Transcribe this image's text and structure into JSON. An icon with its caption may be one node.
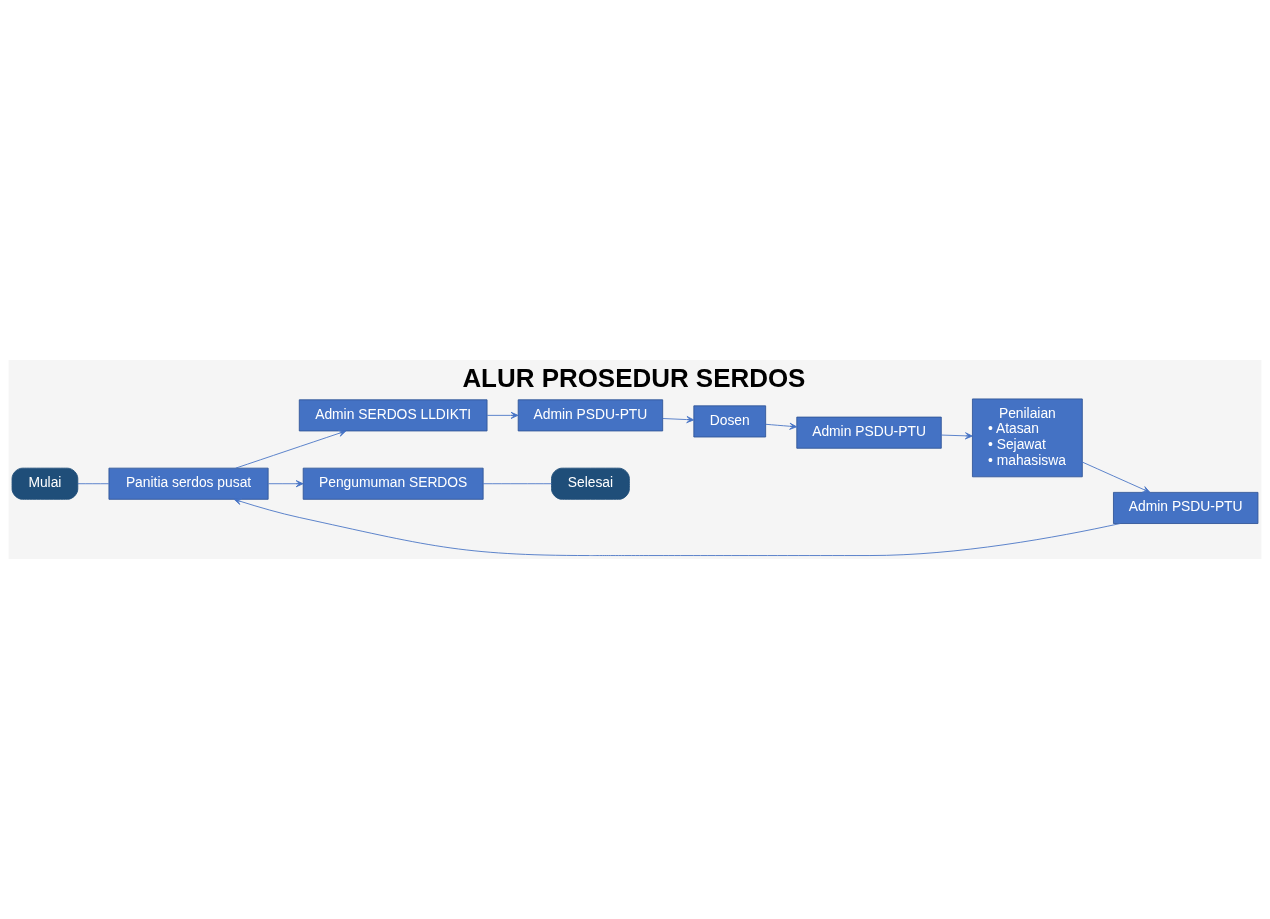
{
  "diagram": {
    "title": "ALUR PROSEDUR SERDOS",
    "nodes": [
      {
        "text": [
          "Mulai"
        ]
      },
      {
        "text": [
          "Panitia serdos pusat"
        ]
      },
      {
        "text": [
          "Admin SERDOS LLDIKTI"
        ]
      },
      {
        "text": [
          "Admin PSDU-PTU"
        ]
      },
      {
        "text": [
          "Dosen"
        ]
      },
      {
        "text": [
          "Admin PSDU-PTU"
        ]
      },
      {
        "text": [
          "Penilaian",
          "• Atasan",
          "• Sejawat",
          "• mahasiswa"
        ]
      },
      {
        "text": [
          "Admin PSDU-PTU"
        ]
      },
      {
        "text": [
          "Pengumuman SERDOS"
        ]
      },
      {
        "text": [
          "Selesai"
        ]
      }
    ],
    "edges": [
      {
        "from": 0,
        "to": 1,
        "arrow": "none"
      },
      {
        "from": 1,
        "to": 2,
        "arrow": "to"
      },
      {
        "from": 2,
        "to": 3,
        "arrow": "to"
      },
      {
        "from": 3,
        "to": 4,
        "arrow": "to"
      },
      {
        "from": 4,
        "to": 5,
        "arrow": "to"
      },
      {
        "from": 5,
        "to": 6,
        "arrow": "to"
      },
      {
        "from": 6,
        "to": 7,
        "arrow": "to"
      },
      {
        "from": 7,
        "to": 1,
        "arrow": "to"
      },
      {
        "from": 1,
        "to": 8,
        "arrow": "to"
      },
      {
        "from": 8,
        "to": 9,
        "arrow": "none"
      }
    ]
  }
}
